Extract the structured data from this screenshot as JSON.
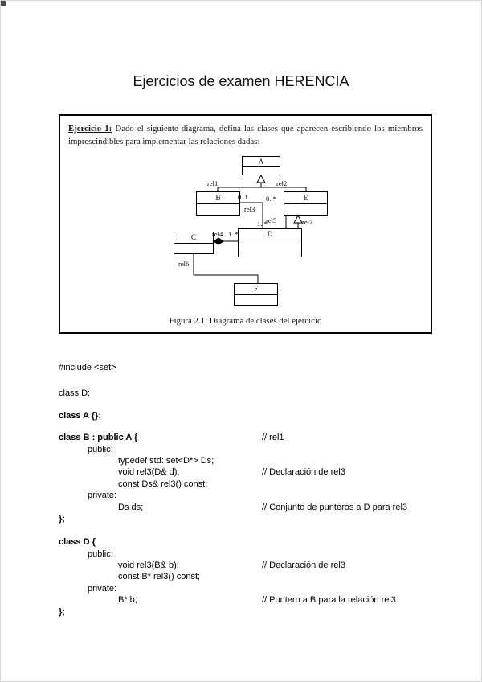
{
  "page": {
    "title": "Ejercicios de examen HERENCIA"
  },
  "figure": {
    "exercise_label": "Ejercicio 1:",
    "exercise_text": " Dado el siguiente diagrama, defina las clases que aparecen escribiendo los miembros imprescindibles para implementar las relaciones dadas:",
    "caption": "Figura 2.1: Diagrama de clases del ejercicio",
    "diagram": {
      "classes": {
        "a": "A",
        "b": "B",
        "e": "E",
        "c": "C",
        "d": "D",
        "f": "F"
      },
      "labels": {
        "rel1": "rel1",
        "rel2": "rel2",
        "rel3": "rel3",
        "rel4": "rel4",
        "rel5": "rel5",
        "rel6": "rel6",
        "rel7": "rel7",
        "mult_b": "0..1",
        "mult_d_top": "0..*",
        "mult_c": "1..*",
        "mult_d_right": "1..*"
      }
    }
  },
  "code": {
    "lines": [
      {
        "text": "#include <set>"
      },
      {
        "text": "class D;"
      },
      {
        "text": "class A {};"
      },
      {
        "text": "class B : public A {",
        "comment": "// rel1"
      },
      {
        "text": "public:"
      },
      {
        "text": "typedef std::set<D*> Ds;"
      },
      {
        "text": "void rel3(D& d);",
        "comment": "// Declaración de rel3"
      },
      {
        "text": "const Ds& rel3() const;"
      },
      {
        "text": "private:"
      },
      {
        "text": "Ds ds;",
        "comment": "// Conjunto de punteros a D para rel3"
      },
      {
        "text": "};"
      },
      {
        "text": "class D {"
      },
      {
        "text": "public:"
      },
      {
        "text": "void rel3(B& b);",
        "comment": "// Declaración de rel3"
      },
      {
        "text": "const B* rel3() const;"
      },
      {
        "text": "private:"
      },
      {
        "text": "B* b;",
        "comment": "// Puntero a B para la relación rel3"
      },
      {
        "text": "};"
      }
    ]
  }
}
